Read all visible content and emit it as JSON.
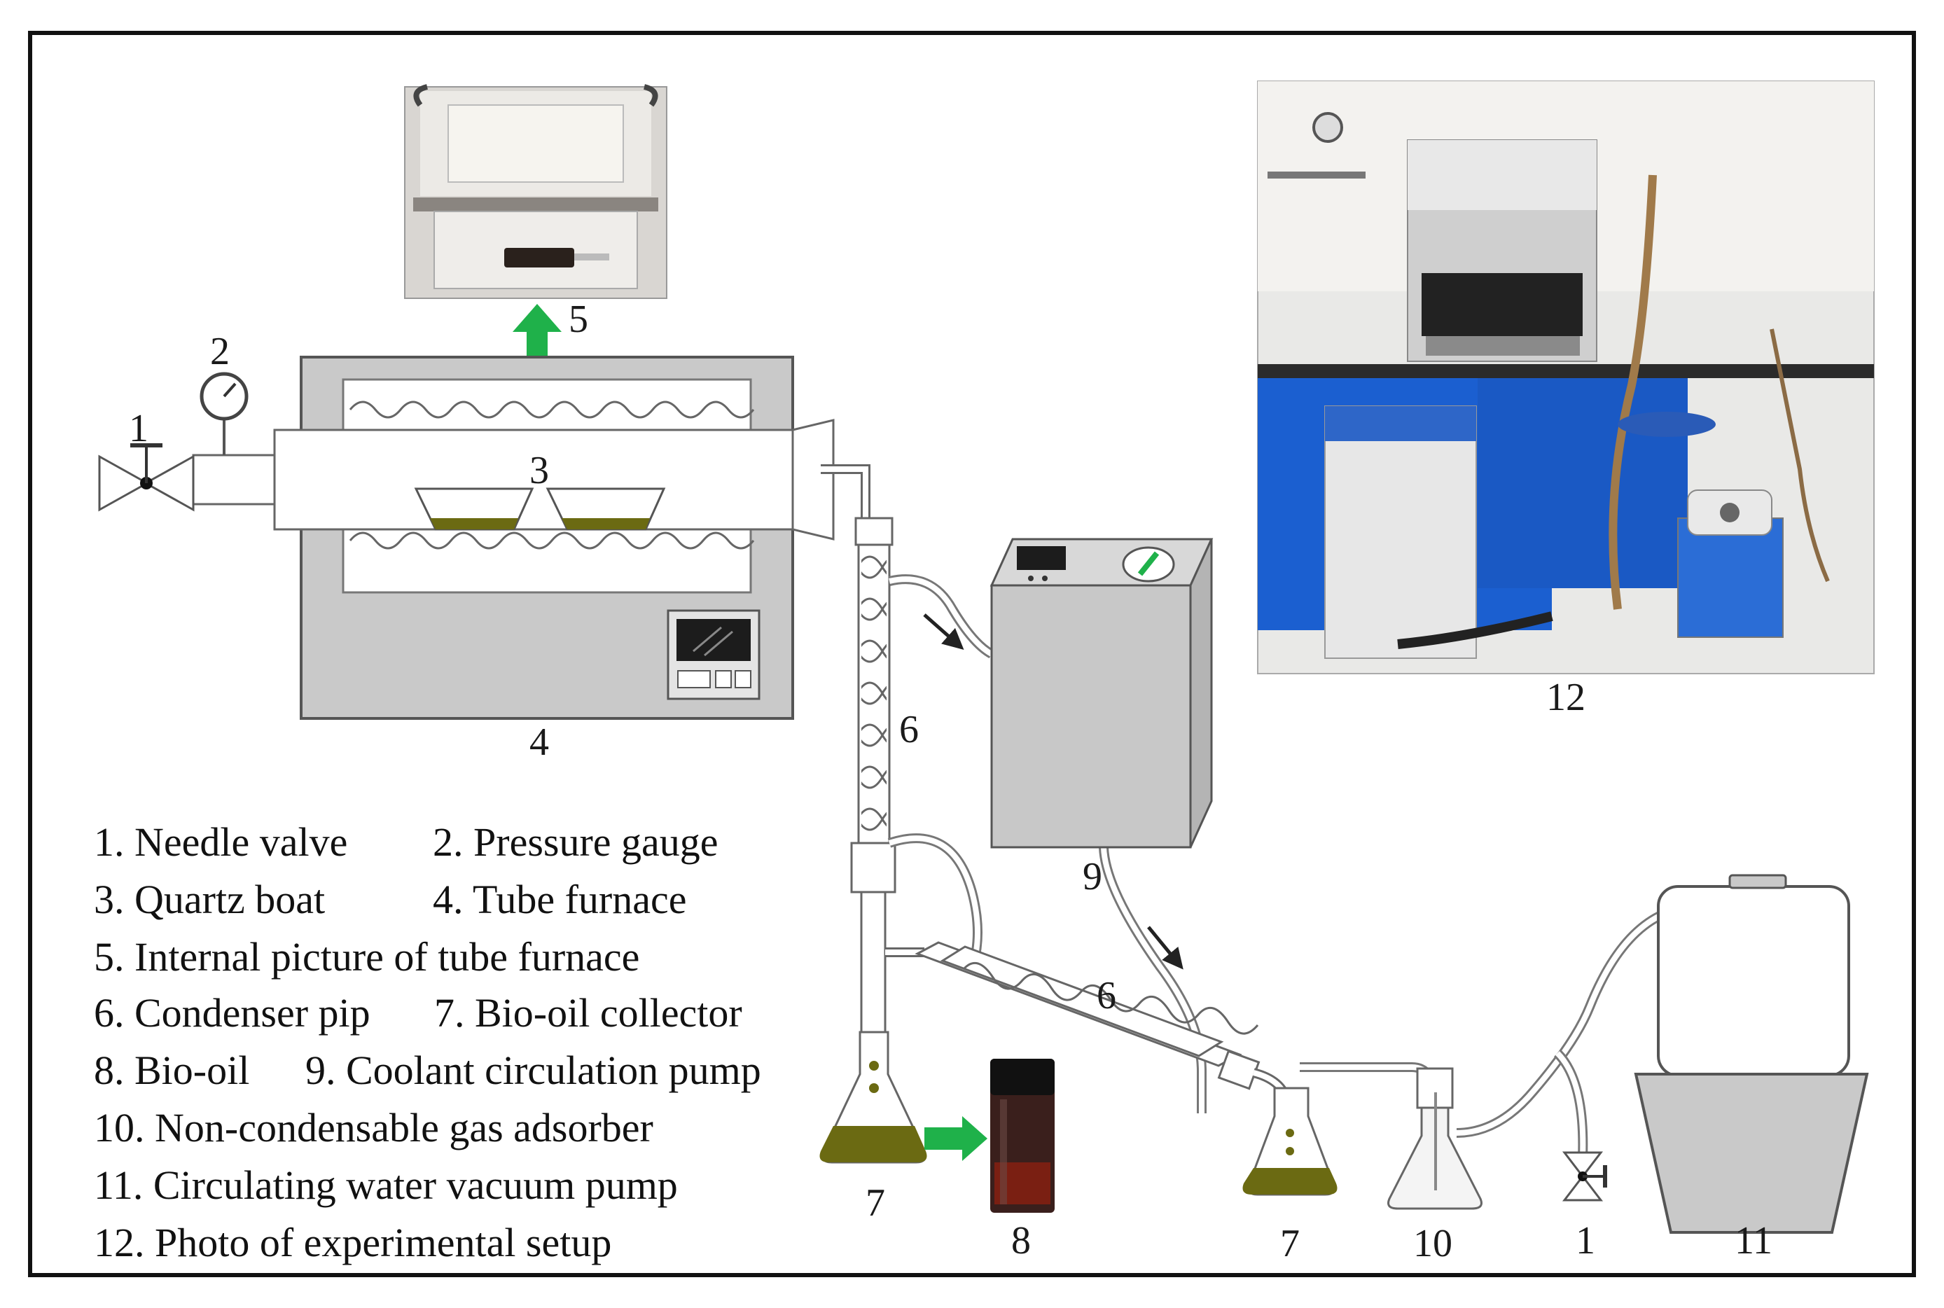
{
  "labels": {
    "needle_valve_1": "1",
    "pressure_gauge": "2",
    "quartz_boat": "3",
    "tube_furnace": "4",
    "internal_picture": "5",
    "condenser_vertical": "6",
    "condenser_horizontal": "6",
    "collector_left": "7",
    "collector_right": "7",
    "bio_oil": "8",
    "coolant_pump": "9",
    "gas_adsorber": "10",
    "needle_valve_2": "1",
    "vacuum_pump": "11",
    "photo": "12"
  },
  "legend": {
    "row1_a": "1. Needle valve",
    "row1_b": "2. Pressure gauge",
    "row2_a": "3. Quartz boat",
    "row2_b": "4. Tube furnace",
    "row3": "5. Internal picture of tube furnace",
    "row4_a": "6. Condenser pip",
    "row4_b": "7. Bio-oil collector",
    "row5_a": "8. Bio-oil",
    "row5_b": "9. Coolant circulation pump",
    "row6": "10. Non-condensable gas adsorber",
    "row7": "11. Circulating water vacuum pump",
    "row8": "12. Photo of experimental setup"
  },
  "colors": {
    "oil": "#6b6a12",
    "arrow_green": "#1fb14a",
    "device_gray": "#c9c9c9",
    "outline": "#555555"
  }
}
